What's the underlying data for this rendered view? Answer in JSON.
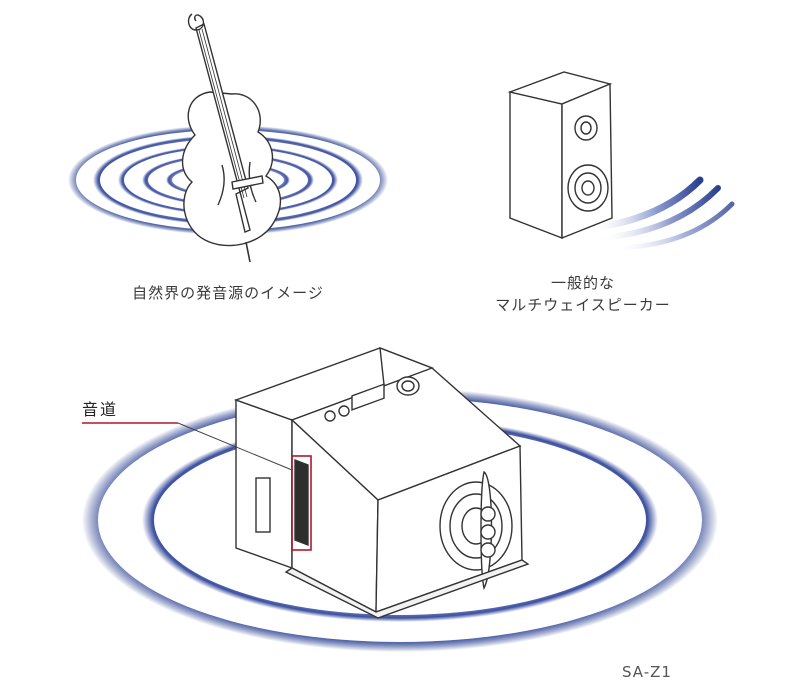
{
  "labels": {
    "natural_source": "自然界の発音源のイメージ",
    "general_speaker_line1": "一般的な",
    "general_speaker_line2": "マルチウェイスピーカー",
    "sound_path": "音道",
    "model": "SA-Z1"
  },
  "colors": {
    "wave_blue": "#2a3f8f",
    "wave_light": "#c7cfea",
    "callout_red": "#b3152b",
    "line": "#3a3a3a"
  }
}
